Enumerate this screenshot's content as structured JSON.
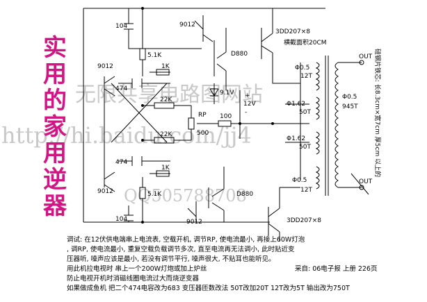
{
  "title_vertical": [
    "实",
    "用",
    "的",
    "家",
    "用",
    "逆",
    "器"
  ],
  "watermark": {
    "line1": "无限共享电路图网站",
    "line2": "http://hi.baidu.com/jj4",
    "line3": "QQ505788708"
  },
  "components": {
    "cap_top": "104",
    "cap_bottom": "104",
    "cap_mid_top": "474",
    "cap_mid_bottom": "474",
    "t_left_top": "9012",
    "t_left_bottom": "9012",
    "t_driver_top": "9012",
    "t_driver_bottom": "9012",
    "d880_top": "D880",
    "d880_bottom": "D880",
    "res_5k1_top": "5.1K",
    "res_5k1_bottom": "5.1K",
    "res_1k_top": "1K",
    "res_1k_bottom": "1K",
    "res_22k_top": "22K",
    "res_22k_bottom": "22K",
    "rp": "RP",
    "rp_val": "500",
    "res_100": "100",
    "zener": "9.1V",
    "plus": "+",
    "v12": "12V",
    "minus": "-",
    "q_top": "3DD207×8",
    "q_bottom": "3DD207×8",
    "core_area": "横截面积20CM",
    "w1_wire": "Φ0.5",
    "w1_turns": "12T",
    "w2_wire": "Φ1.62",
    "w2_turns": "50T",
    "w3_wire": "Φ1.62",
    "w3_turns": "50T",
    "w4_wire": "Φ0.5",
    "w4_turns": "12T",
    "ws_wire": "Φ0.5",
    "ws_turns": "945T",
    "out_top": "OUT",
    "out_bottom": "OUT",
    "core_spec": "硅钢片铁芯: 长8.3cm×宽7cm 厚5cm 以上的"
  },
  "notes": {
    "line1": "调试: 在12伏供电端串上电流表, 空载开机, 调节RP, 使电流最小, 再接上60W灯泡",
    "line2": ", 调RP, 使电流最小, 重复空载负载调节多次, 直至电流再无法调小, 此时贴近变",
    "line3": "压器听, 噪声应该是最小, 若没有调节平行, 噪声很大, 不贴耳也能听见。",
    "line4": "用此机拉电视时  串上一个200W灯炮或加上炉丝",
    "source": "采自: 06电子报  上册  226页",
    "line5": "防止电视开机时消磁线圈电流过大而烧逆变器",
    "line6": "如果做成鱼机  把二个474电容改为683  变压器匝数改法  50T改加20T  12T改为5T  输出改为750T"
  }
}
